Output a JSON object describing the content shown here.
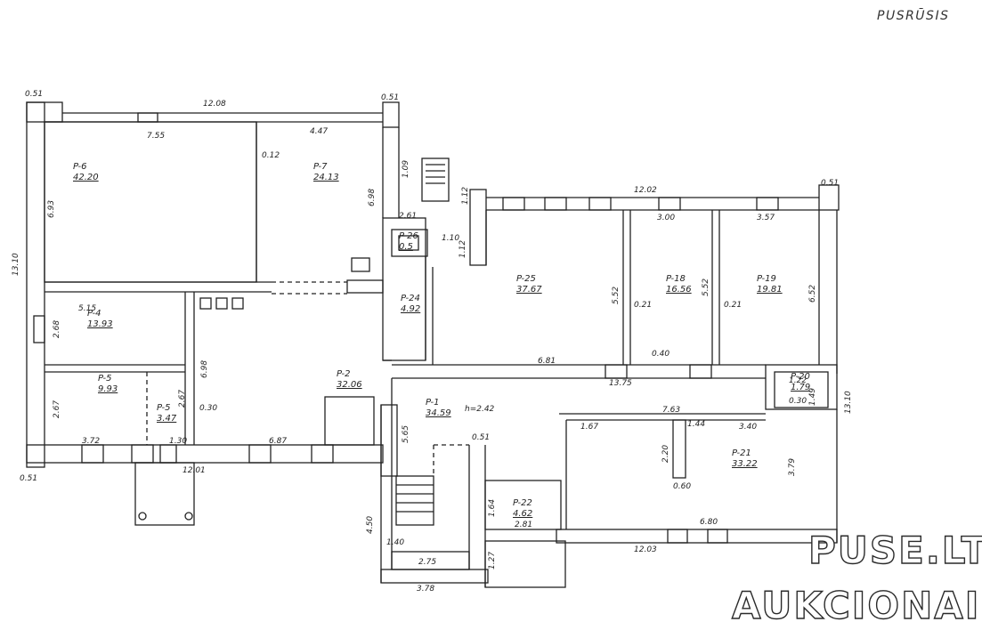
{
  "header": {
    "title": "PUSRŪSIS"
  },
  "watermark": {
    "line1": "PUSE.LT",
    "line2": "AUKCIONAI"
  },
  "rooms": [
    {
      "id": "P-6",
      "area": "42.20"
    },
    {
      "id": "P-7",
      "area": "24.13"
    },
    {
      "id": "P-4",
      "area": "13.93"
    },
    {
      "id": "P-5",
      "area": "9.93"
    },
    {
      "id": "P-5",
      "area": "3.47"
    },
    {
      "id": "P-2",
      "area": "32.06"
    },
    {
      "id": "P-24",
      "area": "4.92"
    },
    {
      "id": "P-25",
      "area": "37.67"
    },
    {
      "id": "P-18",
      "area": "16.56"
    },
    {
      "id": "P-19",
      "area": "19.81"
    },
    {
      "id": "P-1",
      "area": "34.59"
    },
    {
      "id": "P-21",
      "area": "33.22"
    },
    {
      "id": "P-22",
      "area": "4.62"
    },
    {
      "id": "P-20",
      "area": "1.79"
    },
    {
      "id": "P-26",
      "area": "0.5"
    }
  ],
  "height_note": "h=2.42",
  "dimensions": [
    "0.51",
    "12.08",
    "0.51",
    "7.55",
    "4.47",
    "6.93",
    "13.10",
    "0.12",
    "6.98",
    "1.09",
    "2.61",
    "1.12",
    "1.10",
    "1.12",
    "12.02",
    "0.51",
    "3.00",
    "3.57",
    "5.52",
    "5.52",
    "0.21",
    "0.21",
    "6.52",
    "5.15",
    "2.68",
    "6.81",
    "0.40",
    "13.75",
    "2.67",
    "2.67",
    "0.30",
    "6.98",
    "3.72",
    "1.30",
    "6.87",
    "12.01",
    "0.51",
    "5.65",
    "0.51",
    "7.63",
    "1.67",
    "1.44",
    "3.40",
    "1.22",
    "1.49",
    "0.30",
    "13.10",
    "2.20",
    "0.60",
    "3.79",
    "6.80",
    "1.64",
    "2.81",
    "12.03",
    "4.50",
    "1.40",
    "2.75",
    "1.27",
    "3.78"
  ]
}
